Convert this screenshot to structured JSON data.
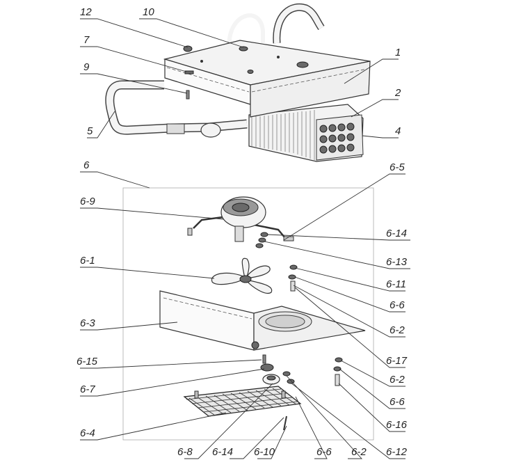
{
  "diagram": {
    "labels": [
      {
        "id": "12",
        "text": "12"
      },
      {
        "id": "10",
        "text": "10"
      },
      {
        "id": "7",
        "text": "7"
      },
      {
        "id": "9",
        "text": "9"
      },
      {
        "id": "1",
        "text": "1"
      },
      {
        "id": "2",
        "text": "2"
      },
      {
        "id": "5",
        "text": "5"
      },
      {
        "id": "4",
        "text": "4"
      },
      {
        "id": "6",
        "text": "6"
      },
      {
        "id": "6-5",
        "text": "6-5"
      },
      {
        "id": "6-9",
        "text": "6-9"
      },
      {
        "id": "6-14a",
        "text": "6-14"
      },
      {
        "id": "6-13",
        "text": "6-13"
      },
      {
        "id": "6-1",
        "text": "6-1"
      },
      {
        "id": "6-11",
        "text": "6-11"
      },
      {
        "id": "6-6a",
        "text": "6-6"
      },
      {
        "id": "6-3",
        "text": "6-3"
      },
      {
        "id": "6-2a",
        "text": "6-2"
      },
      {
        "id": "6-17",
        "text": "6-17"
      },
      {
        "id": "6-15",
        "text": "6-15"
      },
      {
        "id": "6-2b",
        "text": "6-2"
      },
      {
        "id": "6-7",
        "text": "6-7"
      },
      {
        "id": "6-6b",
        "text": "6-6"
      },
      {
        "id": "6-16",
        "text": "6-16"
      },
      {
        "id": "6-4",
        "text": "6-4"
      },
      {
        "id": "6-12",
        "text": "6-12"
      },
      {
        "id": "6-8",
        "text": "6-8"
      },
      {
        "id": "6-14b",
        "text": "6-14"
      },
      {
        "id": "6-10",
        "text": "6-10"
      },
      {
        "id": "6-6c",
        "text": "6-6"
      },
      {
        "id": "6-2c",
        "text": "6-2"
      }
    ]
  }
}
